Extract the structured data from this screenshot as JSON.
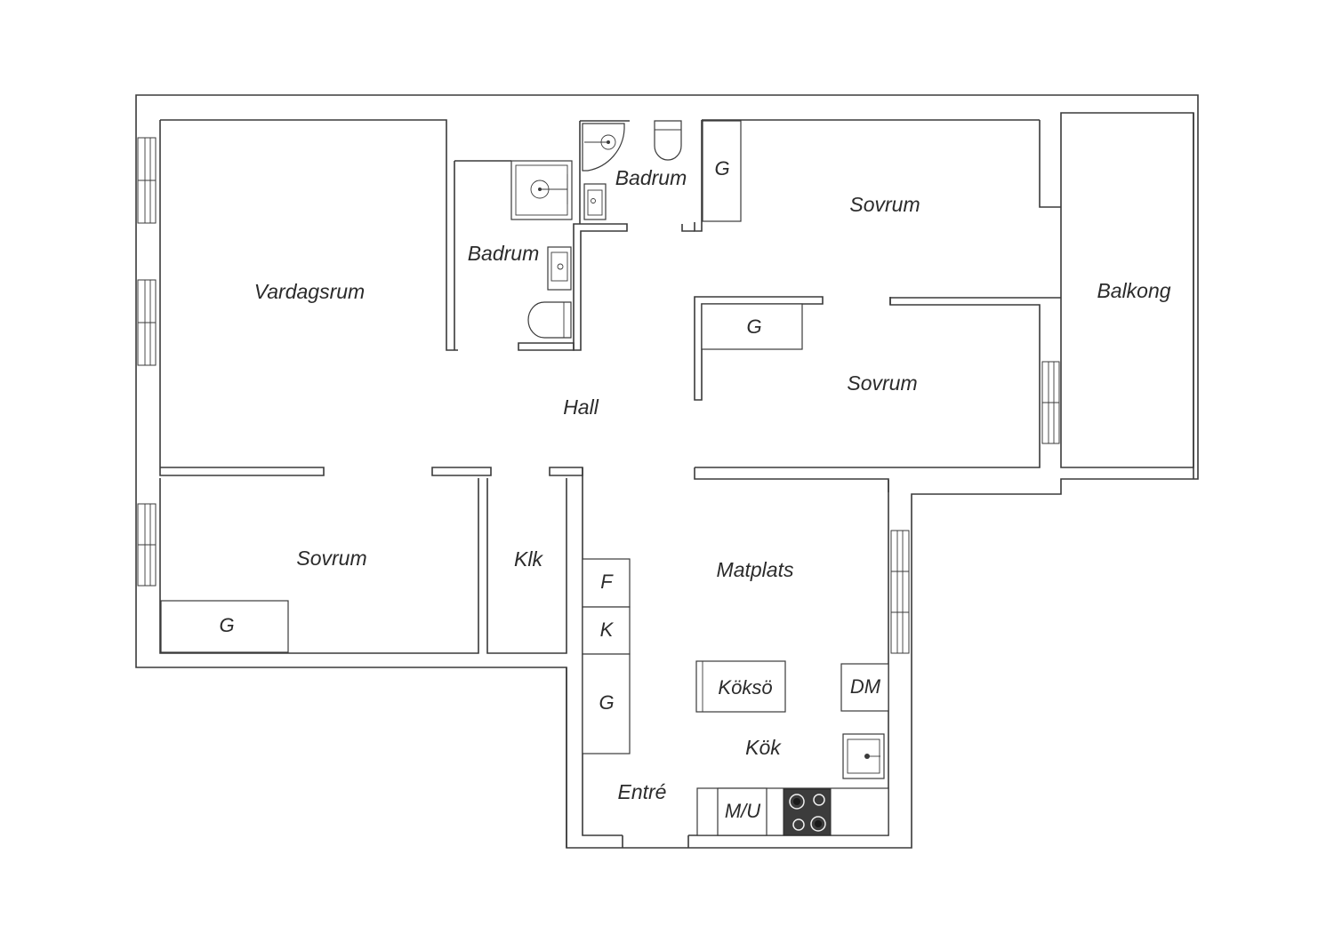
{
  "rooms": {
    "vardagsrum": "Vardagsrum",
    "badrum_1": "Badrum",
    "badrum_2": "Badrum",
    "sovrum_1": "Sovrum",
    "sovrum_2": "Sovrum",
    "sovrum_3": "Sovrum",
    "balkong": "Balkong",
    "hall": "Hall",
    "klk": "Klk",
    "matplats": "Matplats",
    "kok": "Kök",
    "entre": "Entré"
  },
  "fixtures": {
    "wardrobe_sovrum_1": "G",
    "wardrobe_sovrum_2": "G",
    "wardrobe_sovrum_3": "G",
    "wardrobe_entre": "G",
    "fridge": "F",
    "freezer": "K",
    "dishwasher": "DM",
    "oven_micro": "M/U",
    "kitchen_island": "Köksö"
  },
  "colors": {
    "line": "#3a3a3a",
    "background": "#ffffff",
    "stove": "#3c3c3c"
  }
}
